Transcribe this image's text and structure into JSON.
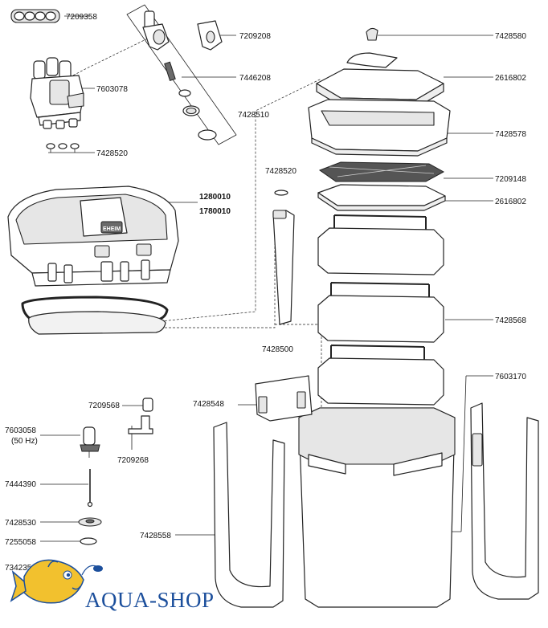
{
  "parts": {
    "p7209358": "7209358",
    "p7209208": "7209208",
    "p7428580": "7428580",
    "p7603078": "7603078",
    "p7446208": "7446208",
    "p2616802_top": "2616802",
    "p7428510": "7428510",
    "p7428578": "7428578",
    "p7428520_left": "7428520",
    "p7428520_mid": "7428520",
    "p7209148": "7209148",
    "p1280010": "1280010",
    "p1780010": "1780010",
    "p2616802_mid": "2616802",
    "p7428568": "7428568",
    "p7428500": "7428500",
    "p7603170": "7603170",
    "p7209568": "7209568",
    "p7428548": "7428548",
    "p7603058": "7603058",
    "p50hz": "(50 Hz)",
    "p7209268": "7209268",
    "p7444390": "7444390",
    "p7428530": "7428530",
    "p7428558": "7428558",
    "p7255058": "7255058",
    "p7342358": "7342358"
  },
  "brand": {
    "name": "AQUA-SHOP",
    "color": "#1c4f9c",
    "fish_color": "#f2c12e",
    "logo_lettering": "EHEIM"
  }
}
